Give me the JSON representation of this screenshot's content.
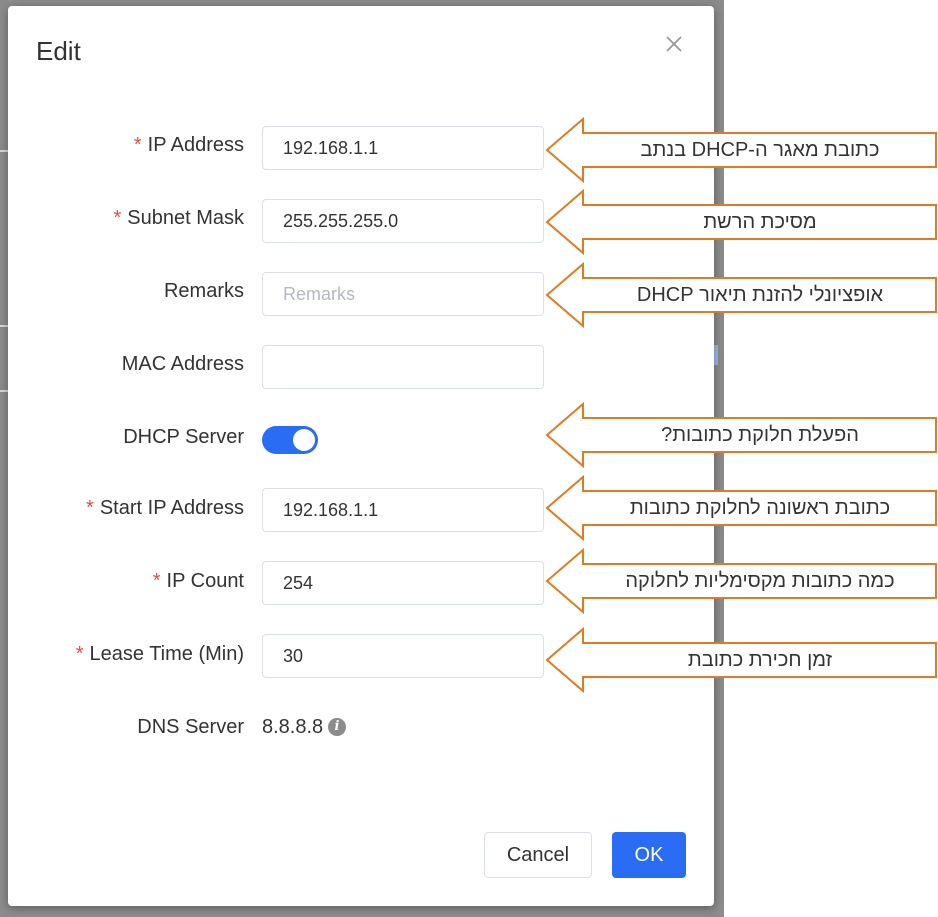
{
  "dialog": {
    "title": "Edit",
    "close_label": "×"
  },
  "fields": {
    "ip_address": {
      "label": "IP Address",
      "required": "*",
      "value": "192.168.1.1"
    },
    "subnet_mask": {
      "label": "Subnet Mask",
      "required": "*",
      "value": "255.255.255.0"
    },
    "remarks": {
      "label": "Remarks",
      "placeholder": "Remarks",
      "value": ""
    },
    "mac_address": {
      "label": "MAC Address",
      "value": ""
    },
    "dhcp_server": {
      "label": "DHCP Server",
      "enabled": true
    },
    "start_ip": {
      "label": "Start IP Address",
      "required": "*",
      "value": "192.168.1.1"
    },
    "ip_count": {
      "label": "IP Count",
      "required": "*",
      "value": "254"
    },
    "lease_time": {
      "label": "Lease Time (Min)",
      "required": "*",
      "value": "30"
    },
    "dns_server": {
      "label": "DNS Server",
      "value": "8.8.8.8",
      "info_glyph": "i"
    }
  },
  "buttons": {
    "cancel": "Cancel",
    "ok": "OK"
  },
  "annotations": [
    "כתובת מאגר ה-DHCP בנתב",
    "מסיכת הרשת",
    "אופציונלי להזנת תיאור DHCP",
    "הפעלת חלוקת כתובות?",
    "כתובת ראשונה לחלוקת כתובות",
    "כמה כתובות מקסימליות לחלוקה",
    "זמן חכירת כתובת"
  ],
  "colors": {
    "primary": "#2b6cf5",
    "required": "#e84b45",
    "callout_border": "#e07b22"
  }
}
